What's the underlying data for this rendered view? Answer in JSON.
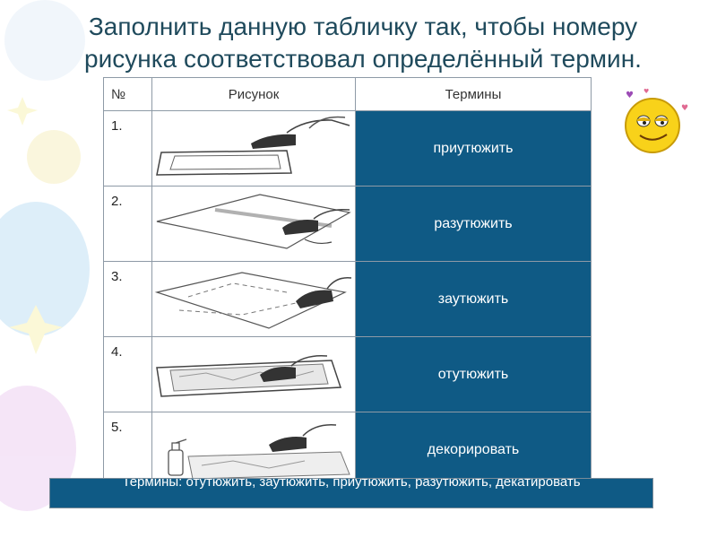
{
  "title": {
    "line1": "Заполнить данную табличку так, чтобы номеру",
    "line2": "рисунка соответствовал определённый термин."
  },
  "table": {
    "headers": {
      "num": "№",
      "picture": "Рисунок",
      "terms": "Термины"
    },
    "rows": [
      {
        "num": "1.",
        "term": "приутюжить",
        "picture_icon": "iron-pressing-square-icon"
      },
      {
        "num": "2.",
        "term": "разутюжить",
        "picture_icon": "iron-pressing-seam-icon"
      },
      {
        "num": "3.",
        "term": "заутюжить",
        "picture_icon": "iron-pressing-fold-icon"
      },
      {
        "num": "4.",
        "term": "отутюжить",
        "picture_icon": "iron-pressing-cloth-icon"
      },
      {
        "num": "5.",
        "term": "декорировать",
        "picture_icon": "iron-spray-bottle-icon"
      }
    ]
  },
  "bottom_bar": {
    "text": "Термины: отутюжить, заутюжить, приутюжить, разутюжить, декатировать"
  },
  "colors": {
    "accent": "#0f5a85",
    "title": "#1f4a5c"
  }
}
